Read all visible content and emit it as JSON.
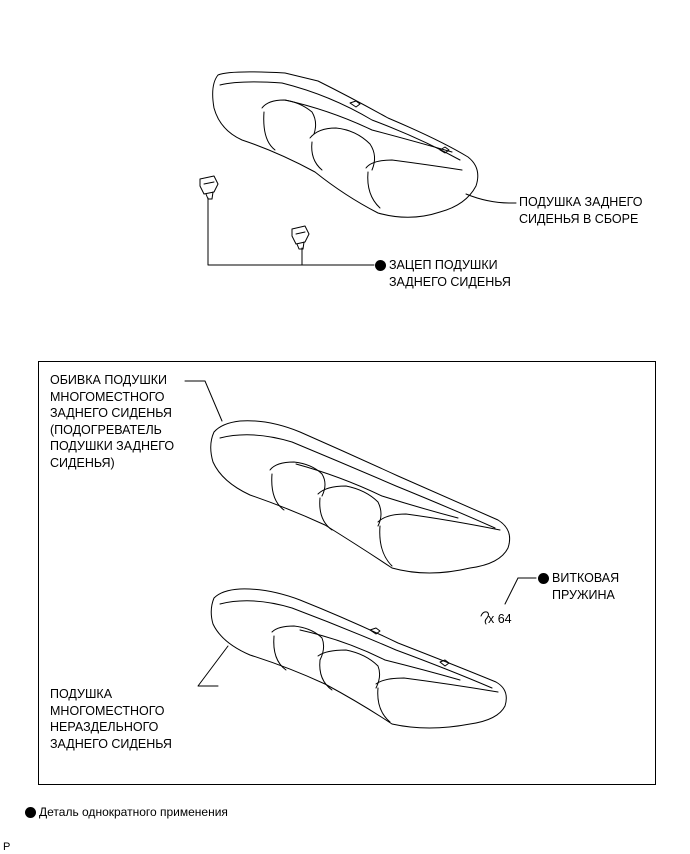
{
  "labels": {
    "rear_cushion_assy": "ПОДУШКА ЗАДНЕГО\nСИДЕНЬЯ В СБОРЕ",
    "cushion_hook": "ЗАЦЕП ПОДУШКИ\nЗАДНЕГО СИДЕНЬЯ",
    "cushion_cover": "ОБИВКА ПОДУШКИ\nМНОГОМЕСТНОГО\nЗАДНЕГО СИДЕНЬЯ\n(ПОДОГРЕВАТЕЛЬ\nПОДУШКИ ЗАДНЕГО\nСИДЕНЬЯ)",
    "coil_spring": "ВИТКОВАЯ\nПРУЖИНА",
    "spring_qty": "x 64",
    "cushion_pad": "ПОДУШКА\nМНОГОМЕСТНОГО\nНЕРАЗДЕЛЬНОГО\nЗАДНЕГО СИДЕНЬЯ"
  },
  "legend": {
    "non_reusable": "Деталь однократного применения"
  },
  "corner_mark": "P"
}
